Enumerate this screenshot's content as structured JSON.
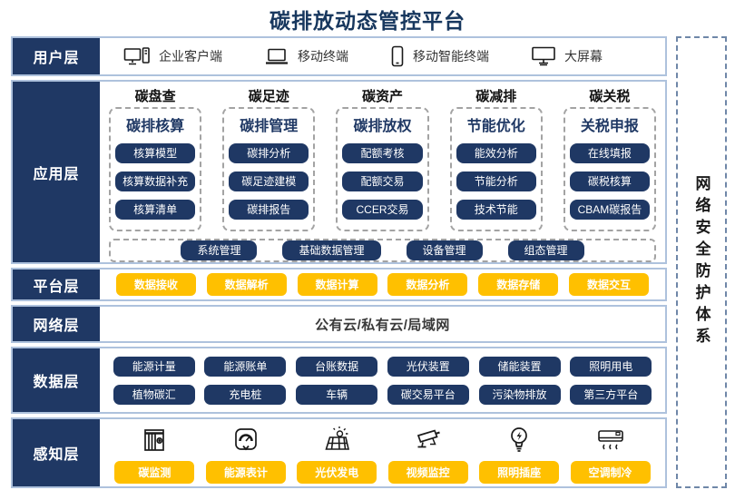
{
  "title": "碳排放动态管控平台",
  "security_sidebar": {
    "label": "网络安全防护体系"
  },
  "colors": {
    "navy": "#1f3864",
    "yellow": "#ffc000",
    "row_border": "#aec2dd",
    "title": "#17375e"
  },
  "layers": {
    "user": {
      "label": "用户层",
      "items": [
        {
          "icon": "desktop-computer-icon",
          "label": "企业客户端"
        },
        {
          "icon": "laptop-icon",
          "label": "移动终端"
        },
        {
          "icon": "smartphone-icon",
          "label": "移动智能终端"
        },
        {
          "icon": "big-screen-icon",
          "label": "大屏幕"
        }
      ]
    },
    "application": {
      "label": "应用层",
      "columns": [
        {
          "header": "碳盘查",
          "subheader": "碳排核算",
          "buttons": [
            "核算模型",
            "核算数据补充",
            "核算清单"
          ]
        },
        {
          "header": "碳足迹",
          "subheader": "碳排管理",
          "buttons": [
            "碳排分析",
            "碳足迹建模",
            "碳排报告"
          ]
        },
        {
          "header": "碳资产",
          "subheader": "碳排放权",
          "buttons": [
            "配额考核",
            "配额交易",
            "CCER交易"
          ]
        },
        {
          "header": "碳减排",
          "subheader": "节能优化",
          "buttons": [
            "能效分析",
            "节能分析",
            "技术节能"
          ]
        },
        {
          "header": "碳关税",
          "subheader": "关税申报",
          "buttons": [
            "在线填报",
            "碳税核算",
            "CBAM碳报告"
          ]
        }
      ],
      "common_buttons": [
        "系统管理",
        "基础数据管理",
        "设备管理",
        "组态管理"
      ]
    },
    "platform": {
      "label": "平台层",
      "buttons": [
        "数据接收",
        "数据解析",
        "数据计算",
        "数据分析",
        "数据存储",
        "数据交互"
      ]
    },
    "network": {
      "label": "网络层",
      "content": "公有云/私有云/局域网"
    },
    "data": {
      "label": "数据层",
      "rows": [
        [
          "能源计量",
          "能源账单",
          "台账数据",
          "光伏装置",
          "储能装置",
          "照明用电"
        ],
        [
          "植物碳汇",
          "充电桩",
          "车辆",
          "碳交易平台",
          "污染物排放",
          "第三方平台"
        ]
      ]
    },
    "perception": {
      "label": "感知层",
      "items": [
        {
          "icon": "carbon-monitor-icon",
          "label": "碳监测"
        },
        {
          "icon": "energy-meter-icon",
          "label": "能源表计"
        },
        {
          "icon": "solar-panel-icon",
          "label": "光伏发电"
        },
        {
          "icon": "cctv-camera-icon",
          "label": "视频监控"
        },
        {
          "icon": "light-bulb-icon",
          "label": "照明插座"
        },
        {
          "icon": "air-conditioner-icon",
          "label": "空调制冷"
        }
      ]
    }
  }
}
